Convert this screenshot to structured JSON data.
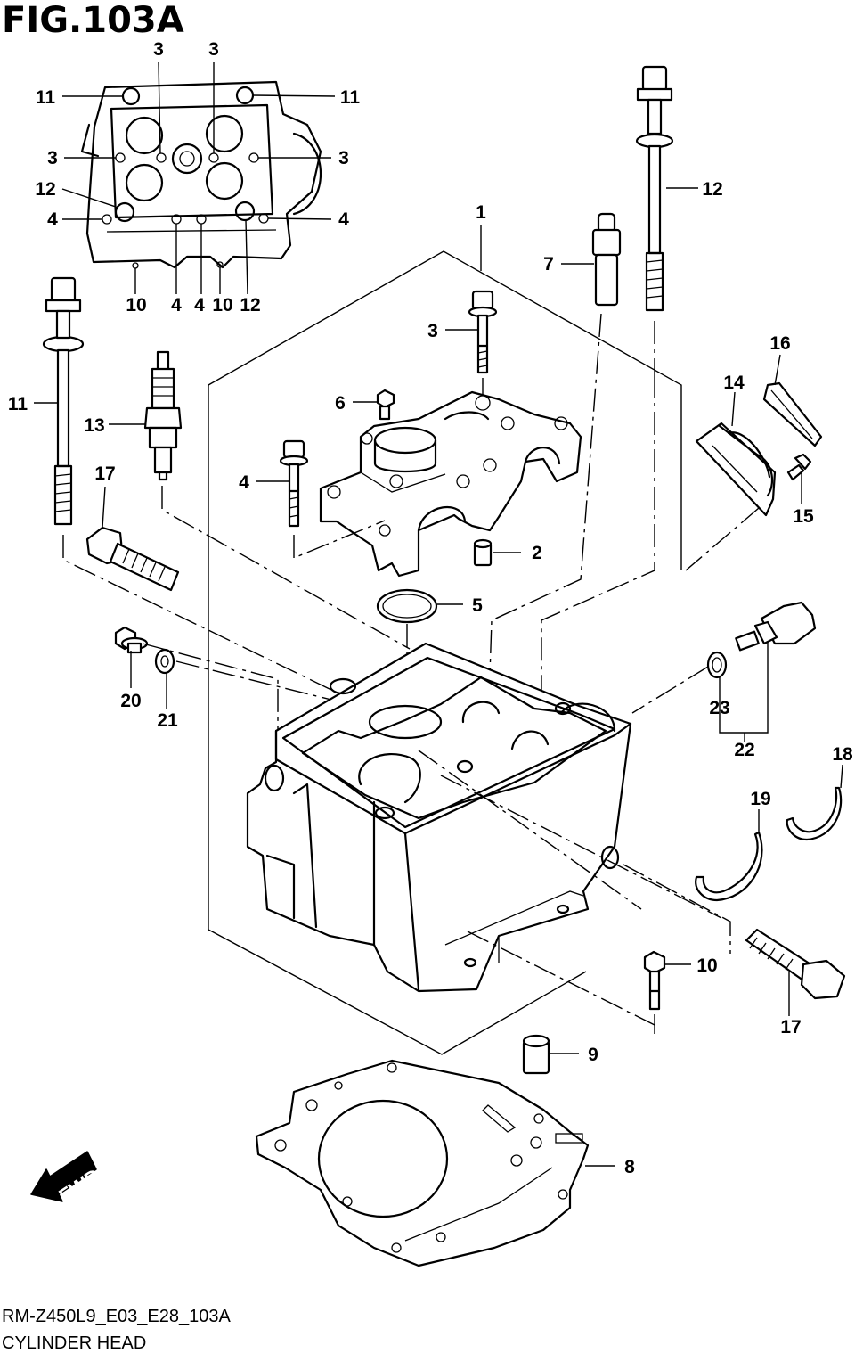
{
  "figure": {
    "title": "FIG.103A",
    "code": "RM-Z450L9_E03_E28_103A",
    "name": "CYLINDER HEAD",
    "direction_label": "FWD"
  },
  "callouts": [
    {
      "num": "1"
    },
    {
      "num": "2"
    },
    {
      "num": "3"
    },
    {
      "num": "3"
    },
    {
      "num": "3"
    },
    {
      "num": "3"
    },
    {
      "num": "3"
    },
    {
      "num": "4"
    },
    {
      "num": "4"
    },
    {
      "num": "4"
    },
    {
      "num": "4"
    },
    {
      "num": "4"
    },
    {
      "num": "5"
    },
    {
      "num": "6"
    },
    {
      "num": "7"
    },
    {
      "num": "8"
    },
    {
      "num": "9"
    },
    {
      "num": "10"
    },
    {
      "num": "10"
    },
    {
      "num": "10"
    },
    {
      "num": "11"
    },
    {
      "num": "11"
    },
    {
      "num": "11"
    },
    {
      "num": "12"
    },
    {
      "num": "12"
    },
    {
      "num": "12"
    },
    {
      "num": "13"
    },
    {
      "num": "14"
    },
    {
      "num": "15"
    },
    {
      "num": "16"
    },
    {
      "num": "17"
    },
    {
      "num": "17"
    },
    {
      "num": "18"
    },
    {
      "num": "19"
    },
    {
      "num": "20"
    },
    {
      "num": "21"
    },
    {
      "num": "22"
    },
    {
      "num": "23"
    }
  ]
}
